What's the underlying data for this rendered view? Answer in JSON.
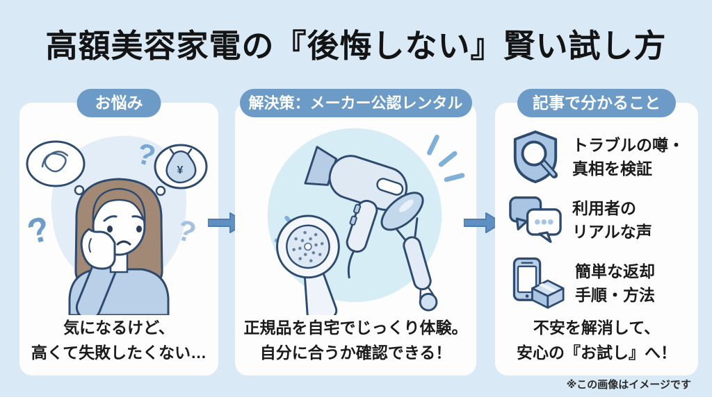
{
  "title": "高額美容家電の『後悔しない』賢い試し方",
  "disclaimer": "※この画像はイメージです",
  "colors": {
    "background": "#d9e9f6",
    "panel": "#fdfdfe",
    "badge_blue": "#6d9bc8",
    "arrow_blue": "#6090c3",
    "outline_navy": "#2e4a6e",
    "illustration_blue": "#a9c5e3",
    "clothes_blue": "#bad0e8",
    "hair_brown": "#a18975",
    "circle_cyan": "#d6edf6",
    "text_black": "#1a1a1a"
  },
  "panels": {
    "problem": {
      "badge": "お悩み",
      "illustration": "worried-woman-with-thought-bubbles",
      "symbols": {
        "question": "?",
        "yen": "¥"
      },
      "caption": [
        "気になるけど、",
        "高くて失敗したくない…"
      ]
    },
    "solution": {
      "badge": "解決策：メーカー公認レンタル",
      "illustration": "hair-dryer-shower-head-face-roller",
      "caption": [
        "正規品を自宅でじっくり体験。",
        "自分に合うか確認できる！"
      ]
    },
    "findings": {
      "badge": "記事で分かること",
      "items": [
        {
          "icon": "shield-magnifier",
          "lines": [
            "トラブルの噂・",
            "真相を検証"
          ]
        },
        {
          "icon": "speech-bubbles",
          "lines": [
            "利用者の",
            "リアルな声"
          ]
        },
        {
          "icon": "phone-return-box",
          "lines": [
            "簡単な返却",
            "手順・方法"
          ]
        }
      ],
      "caption": [
        "不安を解消して、",
        "安心の『お試し』へ！"
      ]
    }
  },
  "icons": [
    "flow-arrow",
    "shield-magnifier",
    "speech-bubbles",
    "phone-return-box"
  ]
}
